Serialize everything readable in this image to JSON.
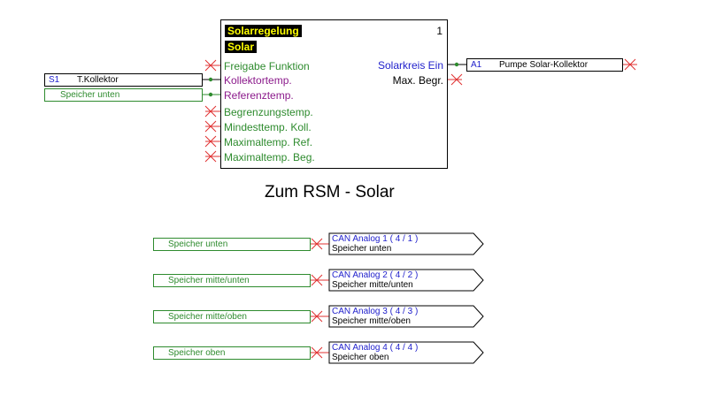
{
  "function_block": {
    "title": "Solarregelung",
    "name": "Solar",
    "number": "1",
    "inputs": [
      "Freigabe Funktion",
      "Kollektortemp.",
      "Referenztemp.",
      "Begrenzungstemp.",
      "Mindesttemp. Koll.",
      "Maximaltemp. Ref.",
      "Maximaltemp. Beg."
    ],
    "outputs": [
      "Solarkreis Ein",
      "Max. Begr."
    ]
  },
  "sensor_input": {
    "id": "S1",
    "label": "T.Kollektor"
  },
  "storage_input": {
    "label": "Speicher unten"
  },
  "output_box": {
    "id": "A1",
    "label": "Pumpe Solar-Kollektor"
  },
  "section_title": "Zum RSM - Solar",
  "can_outputs": [
    {
      "input_label": "Speicher unten",
      "can_label": "CAN  Analog 1 ( 4 / 1 )",
      "sub_label": "Speicher unten"
    },
    {
      "input_label": "Speicher mitte/unten",
      "can_label": "CAN  Analog 2 ( 4 / 2 )",
      "sub_label": "Speicher mitte/unten"
    },
    {
      "input_label": "Speicher mitte/oben",
      "can_label": "CAN  Analog 3 ( 4 / 3 )",
      "sub_label": "Speicher mitte/oben"
    },
    {
      "input_label": "Speicher oben",
      "can_label": "CAN  Analog 4 ( 4 / 4 )",
      "sub_label": "Speicher oben"
    }
  ],
  "colors": {
    "green": "#2e8b2e",
    "purple": "#8b1a8b",
    "blue": "#2222cc",
    "red": "#e03030",
    "highlight": "#ffff00"
  }
}
